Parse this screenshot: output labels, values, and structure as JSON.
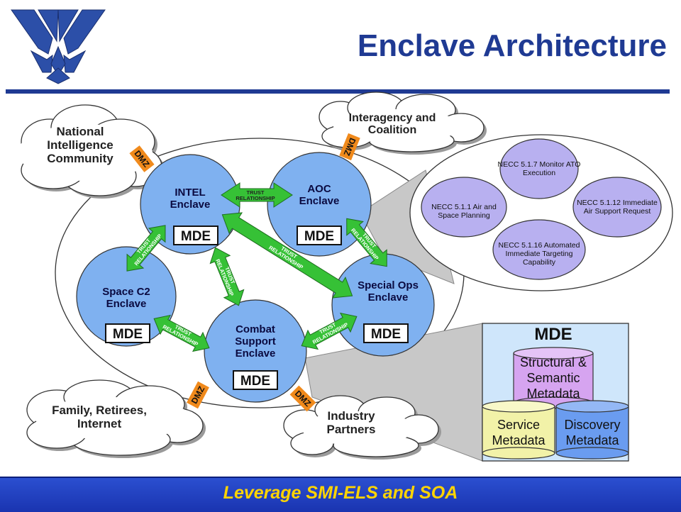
{
  "title": "Enclave Architecture",
  "footer": "Leverage SMI-ELS and SOA",
  "clouds": {
    "nic": "National Intelligence Community",
    "interagency": "Interagency and Coalition",
    "family": "Family, Retirees, Internet",
    "industry": "Industry Partners"
  },
  "enclaves": {
    "intel": "INTEL Enclave",
    "aoc": "AOC Enclave",
    "space": "Space C2 Enclave",
    "special": "Special Ops Enclave",
    "combat": "Combat Support Enclave"
  },
  "mde_label": "MDE",
  "dmz_label": "DMZ",
  "trust_label": "TRUST RELATIONSHIP",
  "necc": {
    "n517": "NECC 5.1.7 Monitor ATO Execution",
    "n511": "NECC 5.1.1 Air and Space Planning",
    "n5112": "NECC 5.1.12 Immediate Air Support Request",
    "n5116": "NECC 5.1.16 Automated Immediate Targeting Capability"
  },
  "mde_detail": {
    "title": "MDE",
    "structural": "Structural & Semantic Metadata",
    "service": "Service Metadata",
    "discovery": "Discovery Metadata"
  },
  "colors": {
    "title_blue": "#1f3a93",
    "enclave_blue": "#7fb1f0",
    "necc_purple": "#b8b0f0",
    "trust_green": "#36c136",
    "dmz_orange": "#f08a1c",
    "footer_yellow": "#ffd400",
    "mde_panel_bg": "#cfe6fb",
    "structural_cyl": "#d6a4f0",
    "service_cyl": "#f2f2a8",
    "discovery_cyl": "#6a9cf0"
  },
  "logo": "US Air Force symbol"
}
